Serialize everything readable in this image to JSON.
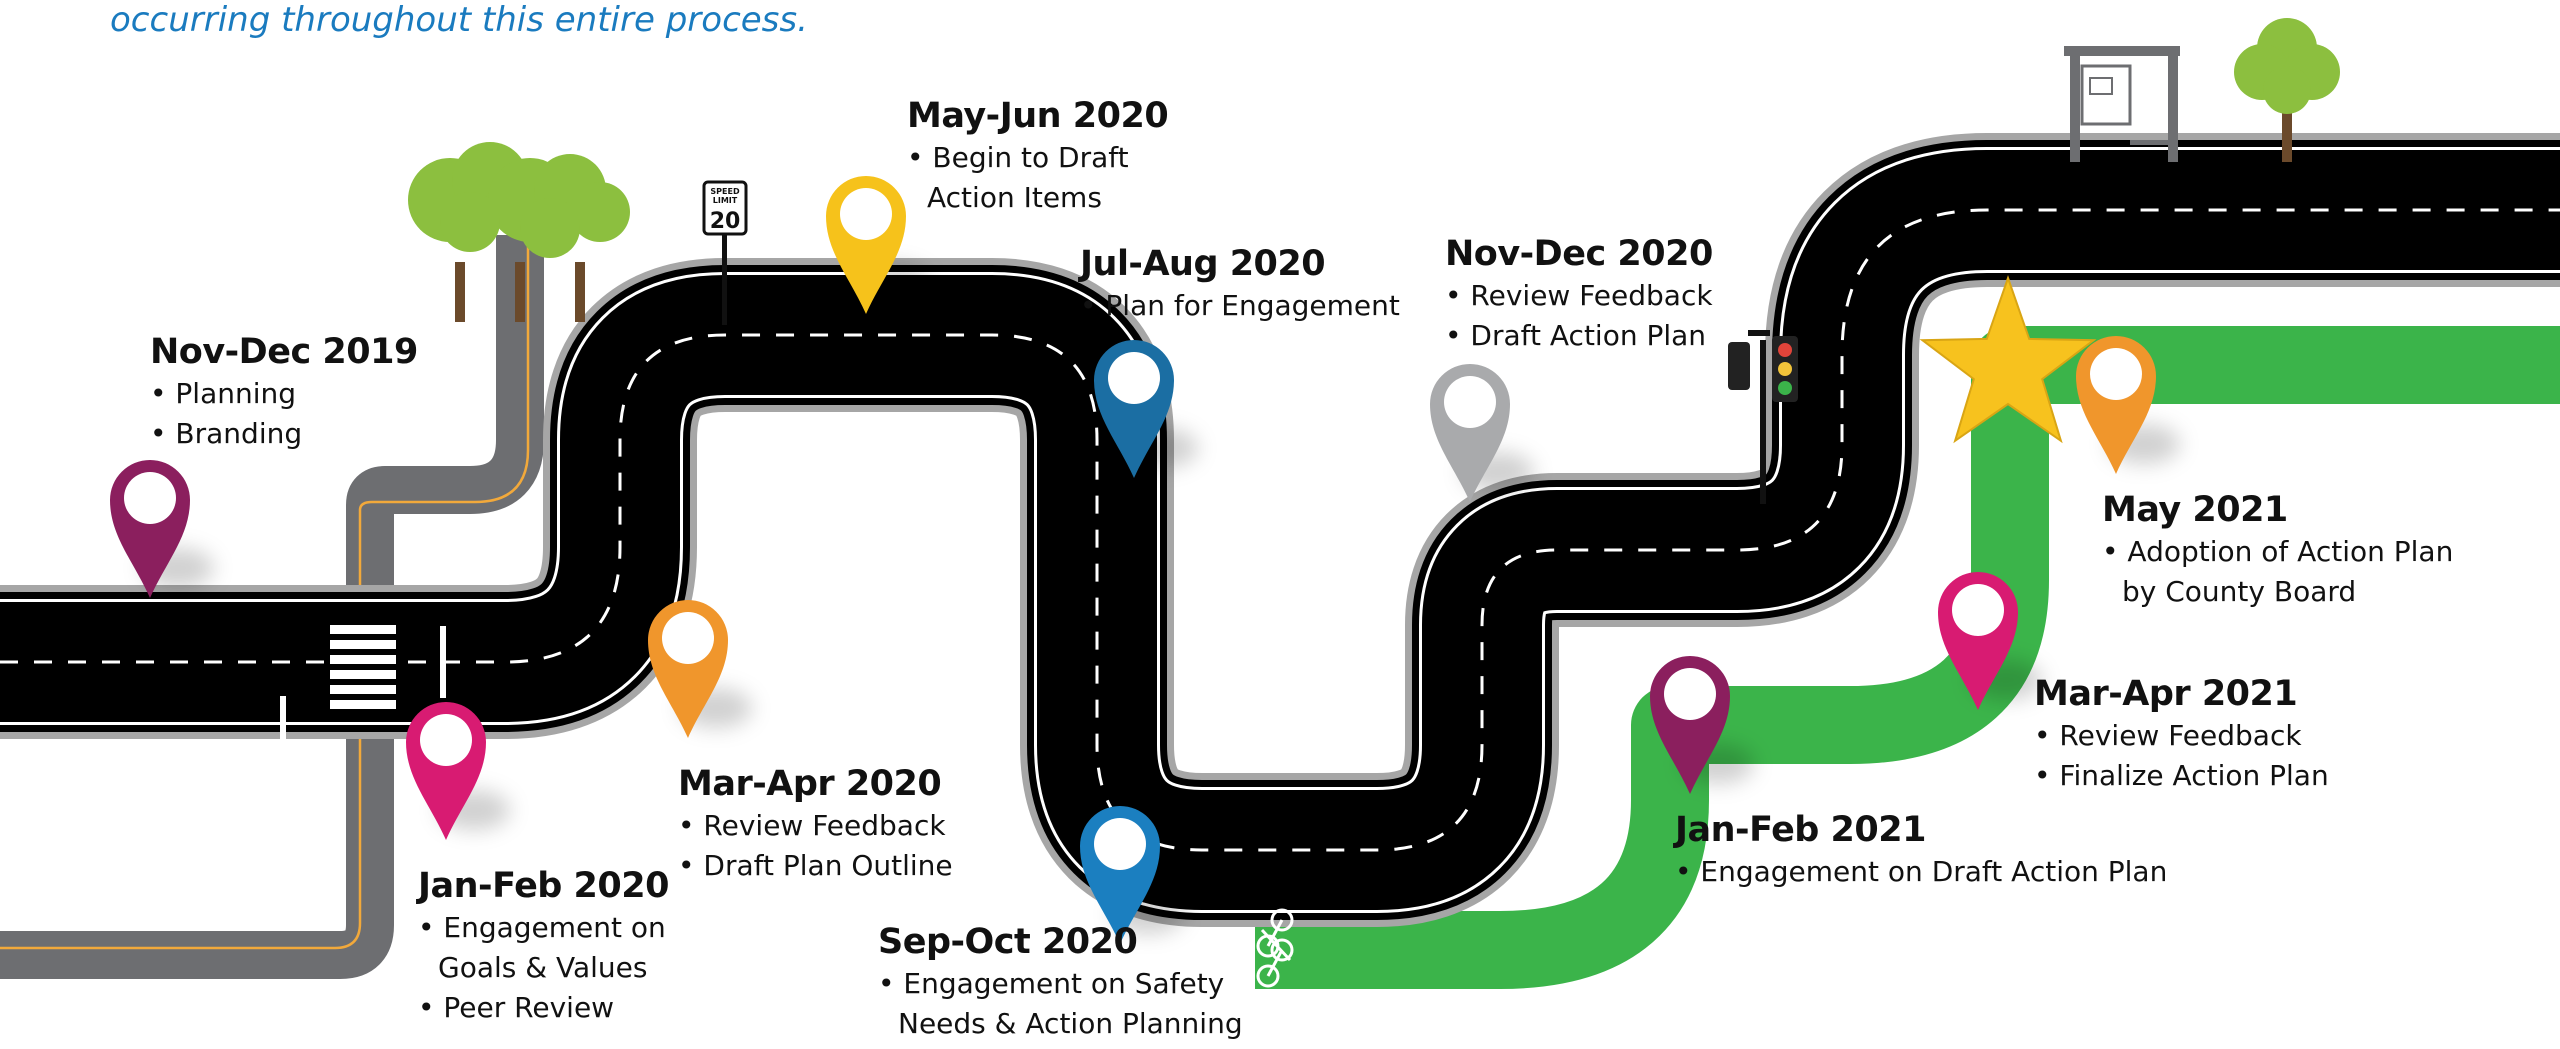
{
  "intro_text": "occurring throughout  this entire process.",
  "speed_sign": {
    "line1": "SPEED",
    "line2": "LIMIT",
    "value": "20"
  },
  "milestones": [
    {
      "id": "nov-dec-2019",
      "date": "Nov-Dec 2019",
      "items": [
        "• Planning",
        "• Branding"
      ],
      "color": "#8b1f5e"
    },
    {
      "id": "jan-feb-2020",
      "date": "Jan-Feb 2020",
      "items": [
        "• Engagement on",
        "Goals & Values",
        "• Peer Review"
      ],
      "color": "#d81b72"
    },
    {
      "id": "mar-apr-2020",
      "date": "Mar-Apr 2020",
      "items": [
        "• Review Feedback",
        "• Draft Plan Outline"
      ],
      "color": "#f0962c"
    },
    {
      "id": "may-jun-2020",
      "date": "May-Jun 2020",
      "items": [
        "• Begin to Draft",
        "Action Items"
      ],
      "color": "#f6c21b"
    },
    {
      "id": "jul-aug-2020",
      "date": "Jul-Aug 2020",
      "items": [
        "• Plan for Engagement"
      ],
      "color": "#1b6ea3"
    },
    {
      "id": "sep-oct-2020",
      "date": "Sep-Oct 2020",
      "items": [
        "• Engagement on Safety",
        "Needs & Action Planning"
      ],
      "color": "#1b7fc0"
    },
    {
      "id": "nov-dec-2020",
      "date": "Nov-Dec 2020",
      "items": [
        "• Review Feedback",
        "• Draft Action Plan"
      ],
      "color": "#a9aaac"
    },
    {
      "id": "jan-feb-2021",
      "date": "Jan-Feb 2021",
      "items": [
        "• Engagement on Draft Action Plan"
      ],
      "color": "#8b1f5e"
    },
    {
      "id": "mar-apr-2021",
      "date": "Mar-Apr 2021",
      "items": [
        "• Review Feedback",
        "• Finalize Action Plan"
      ],
      "color": "#d81b72"
    },
    {
      "id": "may-2021",
      "date": "May 2021",
      "items": [
        "• Adoption of Action Plan",
        "by County Board"
      ],
      "color": "#f0962c"
    }
  ],
  "colors": {
    "road": "#000000",
    "road_edge": "#a6a6a6",
    "bike_lane": "#3bb44a",
    "side_road": "#6d6e71",
    "star": "#f7c21e",
    "tree": "#8cbf3f",
    "trunk": "#6b4a2b"
  }
}
